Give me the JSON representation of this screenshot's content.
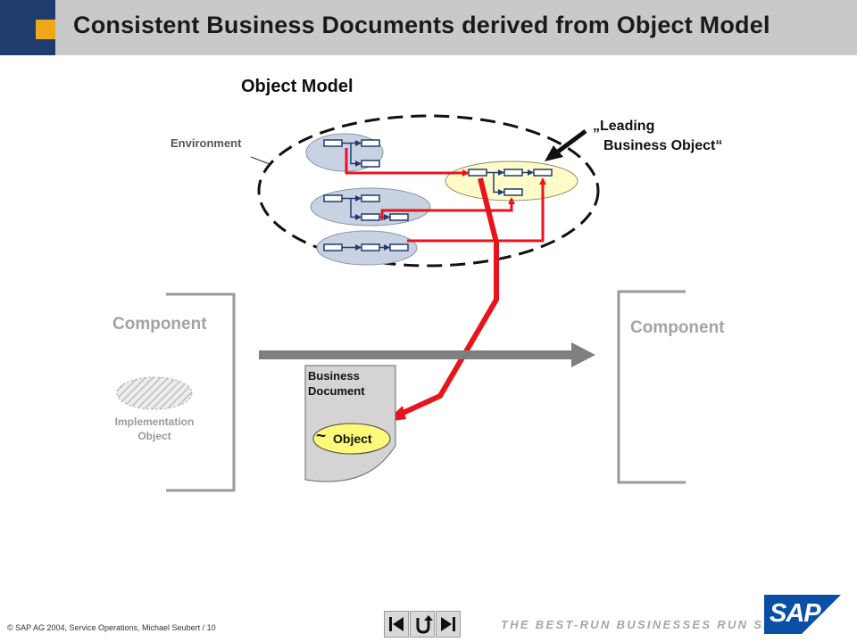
{
  "header": {
    "title": "Consistent Business Documents derived from Object Model"
  },
  "diagram": {
    "object_model_title": "Object Model",
    "environment_label": "Environment",
    "leading_bo_line1": "„Leading",
    "leading_bo_line2": "Business Object“",
    "component_left": "Component",
    "component_right": "Component",
    "implementation_object": "Implementation Object",
    "business_document_line1": "Business",
    "business_document_line2": "Document",
    "object_tilde": "~",
    "object_label": "Object"
  },
  "footer": {
    "copyright": "© SAP AG 2004, Service Operations, Michael Seubert / 10",
    "tagline": "THE BEST-RUN BUSINESSES RUN SAP",
    "logo_text": "SAP",
    "nav": [
      "first-icon",
      "back-icon",
      "last-icon"
    ]
  },
  "colors": {
    "title_bar": "#c9c9c9",
    "title_square": "#1f3c6e",
    "accent": "#f0a818",
    "connector_red": "#e8141c",
    "leading_bo_fill": "#fffbc8",
    "object_fill": "#fff97a",
    "env_fill": "#c8d2e2",
    "sap_blue": "#0a4fa6"
  }
}
